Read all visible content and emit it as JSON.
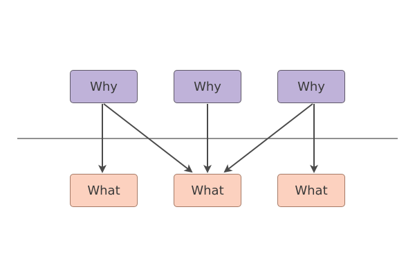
{
  "diagram": {
    "top_nodes": [
      {
        "label": "Why",
        "fill": "#bfb2d9"
      },
      {
        "label": "Why",
        "fill": "#bfb2d9"
      },
      {
        "label": "Why",
        "fill": "#bfb2d9"
      }
    ],
    "bottom_nodes": [
      {
        "label": "What",
        "fill": "#fcd1bf"
      },
      {
        "label": "What",
        "fill": "#fcd1bf"
      },
      {
        "label": "What",
        "fill": "#fcd1bf"
      }
    ],
    "edges": [
      {
        "from": "why-1",
        "to": "what-1"
      },
      {
        "from": "why-1",
        "to": "what-2"
      },
      {
        "from": "why-2",
        "to": "what-2"
      },
      {
        "from": "why-3",
        "to": "what-2"
      },
      {
        "from": "why-3",
        "to": "what-3"
      }
    ],
    "line_color": "#4a4a4a",
    "separator_color": "#6d6d6d"
  }
}
